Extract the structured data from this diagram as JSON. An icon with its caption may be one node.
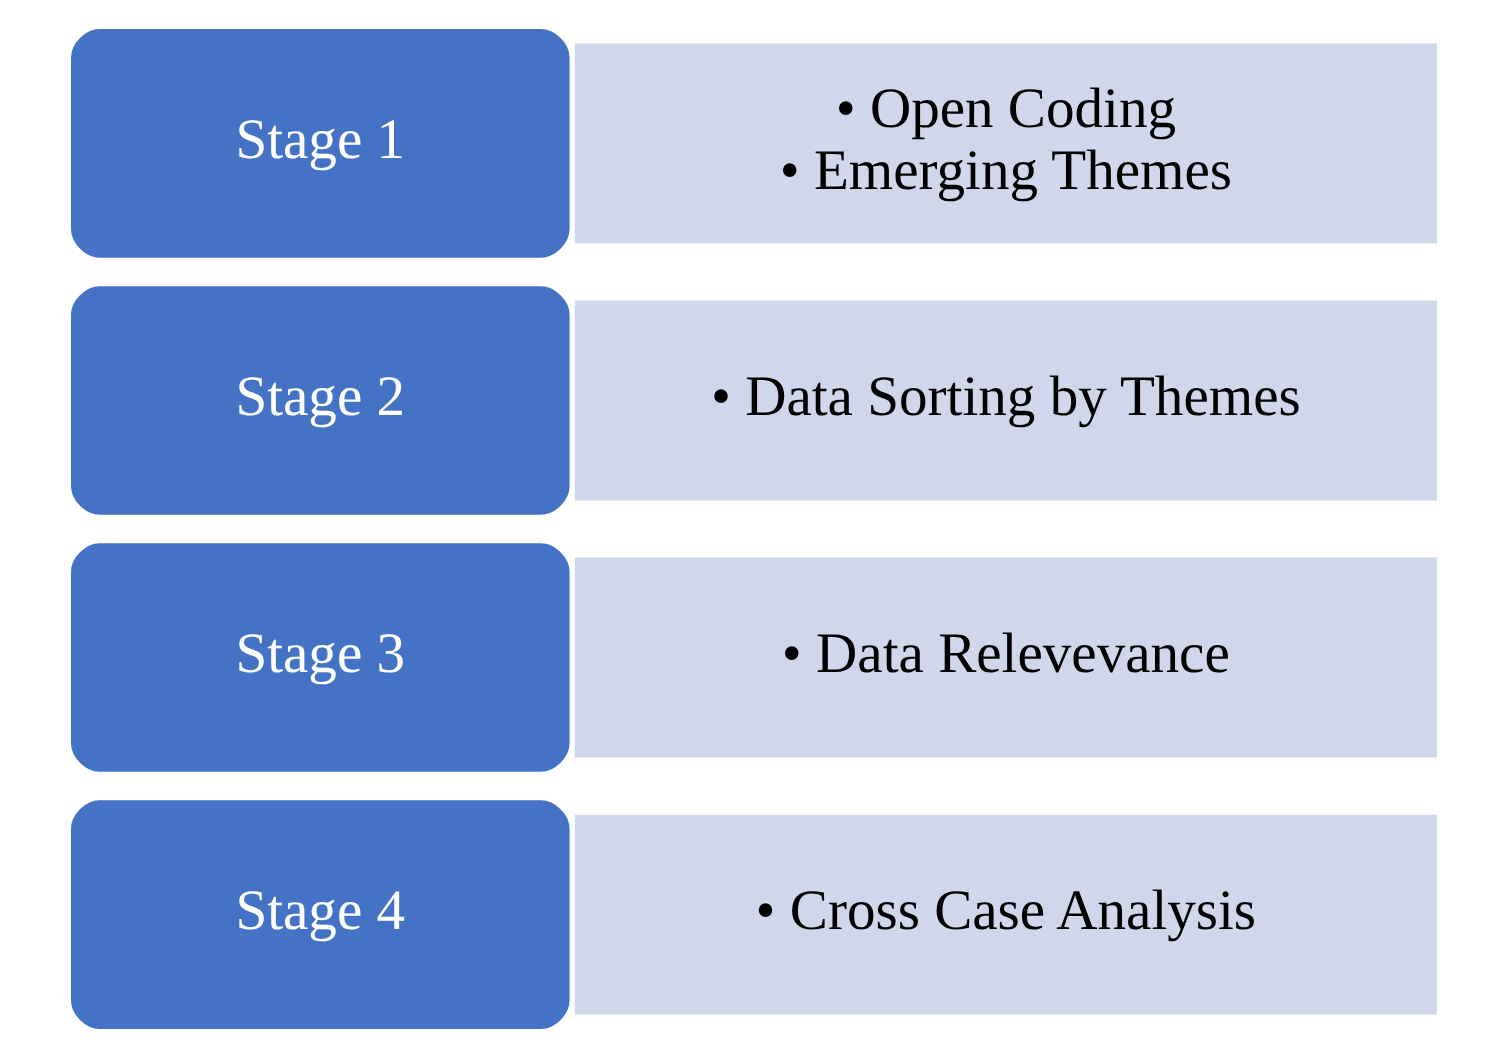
{
  "diagram": {
    "nodes": [
      {
        "text": [
          "Stage 1"
        ]
      },
      {
        "text": [
          "• Open Coding",
          "• Emerging Themes"
        ]
      },
      {
        "text": [
          "Stage 2"
        ]
      },
      {
        "text": [
          "• Data Sorting by Themes"
        ]
      },
      {
        "text": [
          "Stage 3"
        ]
      },
      {
        "text": [
          "• Data Relevevance"
        ]
      },
      {
        "text": [
          "Stage 4"
        ]
      },
      {
        "text": [
          "• Cross Case Analysis"
        ]
      }
    ],
    "edges": []
  }
}
